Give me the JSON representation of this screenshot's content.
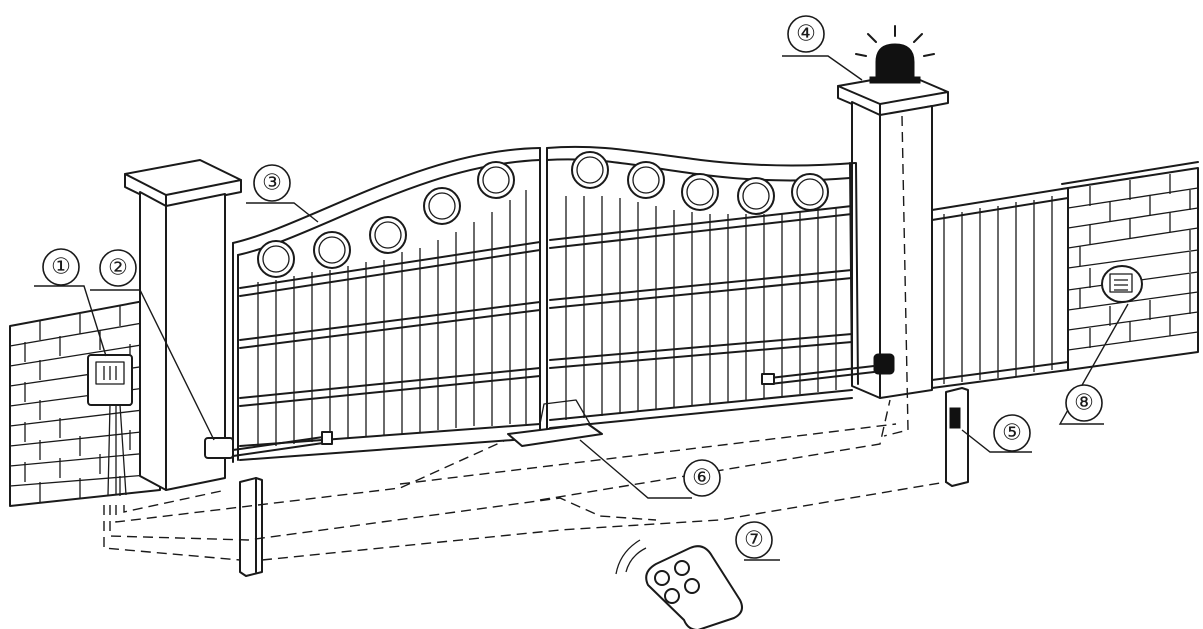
{
  "callouts": [
    {
      "id": "control-box",
      "label": "①"
    },
    {
      "id": "left-actuator",
      "label": "②"
    },
    {
      "id": "gate",
      "label": "③"
    },
    {
      "id": "warning-light",
      "label": "④"
    },
    {
      "id": "photocell-right",
      "label": "⑤"
    },
    {
      "id": "gate-stop",
      "label": "⑥"
    },
    {
      "id": "remote-control",
      "label": "⑦"
    },
    {
      "id": "keypad",
      "label": "⑧"
    }
  ]
}
